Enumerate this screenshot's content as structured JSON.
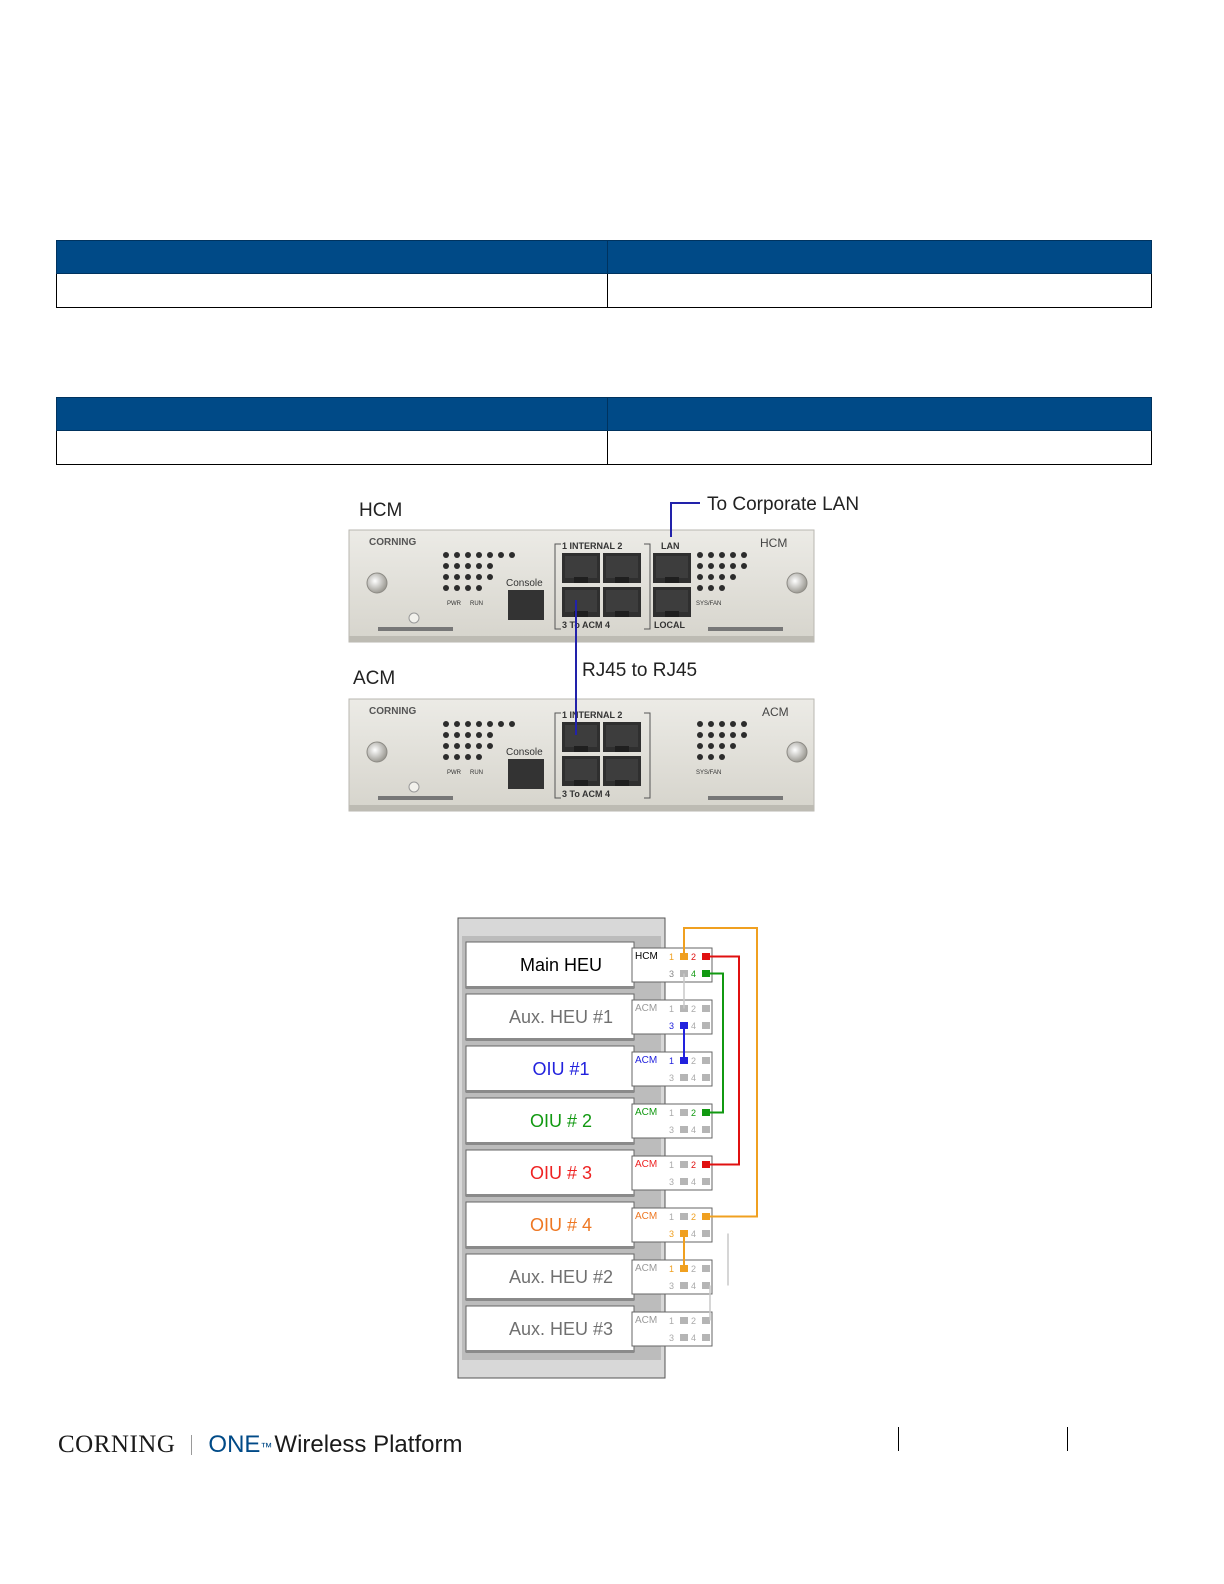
{
  "tables": [
    {
      "header": [
        "",
        ""
      ],
      "rows": [
        [
          "",
          ""
        ]
      ]
    },
    {
      "header": [
        "",
        ""
      ],
      "rows": [
        [
          "",
          ""
        ]
      ]
    }
  ],
  "figure1": {
    "label_hcm": "HCM",
    "label_acm": "ACM",
    "lan_callout": "To Corporate LAN",
    "cable_label": "RJ45 to RJ45",
    "hcm_module": {
      "brand": "CORNING",
      "name": "HCM",
      "console": "Console",
      "internal": "1 INTERNAL 2",
      "to_acm": "3  To ACM  4",
      "lan": "LAN",
      "local": "LOCAL",
      "pwr": "PWR",
      "run": "RUN",
      "sysfan": "SYS/FAN"
    },
    "acm_module": {
      "brand": "CORNING",
      "name": "ACM",
      "console": "Console",
      "internal": "1 INTERNAL 2",
      "to_acm": "3  To ACM  4",
      "pwr": "PWR",
      "run": "RUN",
      "sysfan": "SYS/FAN"
    }
  },
  "figure2": {
    "units": [
      {
        "label": "Main HEU",
        "color": "#000000",
        "module": "HCM",
        "module_color": "#000000"
      },
      {
        "label": "Aux. HEU #1",
        "color": "#707070",
        "module": "ACM",
        "module_color": "#9a9a9a"
      },
      {
        "label": "OIU #1",
        "color": "#2222dd",
        "module": "ACM",
        "module_color": "#2222dd"
      },
      {
        "label": "OIU # 2",
        "color": "#119911",
        "module": "ACM",
        "module_color": "#119911"
      },
      {
        "label": "OIU # 3",
        "color": "#ee2222",
        "module": "ACM",
        "module_color": "#ee2222"
      },
      {
        "label": "OIU # 4",
        "color": "#ee7722",
        "module": "ACM",
        "module_color": "#ee7722"
      },
      {
        "label": "Aux. HEU #2",
        "color": "#707070",
        "module": "ACM",
        "module_color": "#9a9a9a"
      },
      {
        "label": "Aux. HEU #3",
        "color": "#707070",
        "module": "ACM",
        "module_color": "#9a9a9a"
      }
    ],
    "port_numbers": [
      "1",
      "2",
      "3",
      "4"
    ]
  },
  "footer": {
    "corning": "CORNING",
    "one": "ONE",
    "tm": "™",
    "product": "Wireless Platform"
  }
}
